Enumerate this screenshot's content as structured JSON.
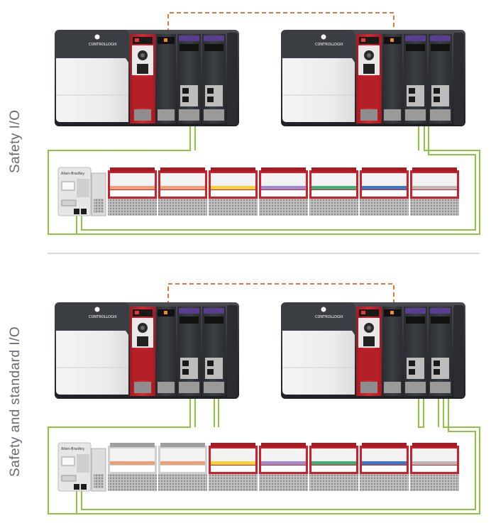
{
  "sections": [
    {
      "label": "Safety I/O",
      "io_modules": [
        "safety",
        "safety",
        "safety",
        "safety",
        "safety",
        "safety",
        "safety"
      ]
    },
    {
      "label": "Safety and standard I/O",
      "io_modules": [
        "standard",
        "standard",
        "safety",
        "safety",
        "safety",
        "safety",
        "safety"
      ]
    }
  ],
  "adapter_brand": "Allen-Bradley",
  "controller_brand": "CONTROLLOGIX",
  "colors": {
    "safety_red": "#c8232c",
    "ethernet_green": "#8cc63f",
    "redundancy_orange": "#e07a3c",
    "divider": "#d9d9d9",
    "label_gray": "#666a70"
  },
  "stripe_colors": [
    "#e8a27a",
    "#e8a27a",
    "#f4d23c",
    "#9b8ccf",
    "#3fae7a",
    "#3b78c4",
    "#b8b8b8"
  ]
}
